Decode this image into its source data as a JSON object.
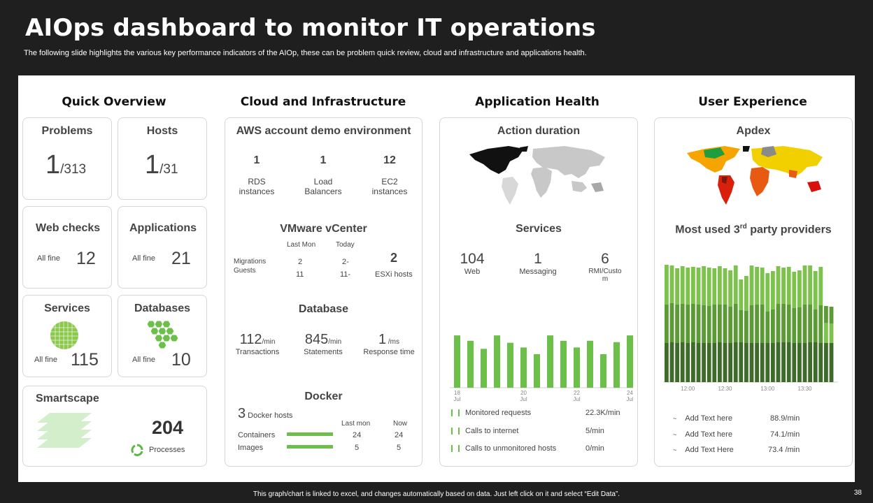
{
  "title": "AIOps dashboard to monitor IT operations",
  "subtitle": "The following slide highlights the various key performance indicators of the AIOp,  these can be problem quick review, cloud and infrastructure and applications health.",
  "footer": "This graph/chart is linked to excel, and changes automatically based on data. Just left click on it and select “Edit Data”.",
  "page_number": "38",
  "columns": {
    "quick": "Quick Overview",
    "cloud": "Cloud and Infrastructure",
    "app": "Application  Health",
    "ux": "User Experience"
  },
  "quick": {
    "problems": {
      "label": "Problems",
      "value": "1",
      "total": "/313"
    },
    "hosts": {
      "label": "Hosts",
      "value": "1",
      "total": "/31"
    },
    "webchecks": {
      "label": "Web checks",
      "status": "All fine",
      "value": "12"
    },
    "applications": {
      "label": "Applications",
      "status": "All fine",
      "value": "21"
    },
    "services": {
      "label": "Services",
      "status": "All fine",
      "value": "115"
    },
    "databases": {
      "label": "Databases",
      "status": "All fine",
      "value": "10"
    },
    "smartscape": {
      "label": "Smartscape",
      "value": "204",
      "caption": "Processes"
    }
  },
  "cloud": {
    "aws": {
      "title": "AWS account demo environment",
      "items": [
        {
          "value": "1",
          "label1": "RDS",
          "label2": "instances"
        },
        {
          "value": "1",
          "label1": "Load",
          "label2": "Balancers"
        },
        {
          "value": "12",
          "label1": "EC2",
          "label2": "instances"
        }
      ]
    },
    "vmware": {
      "title": "VMware vCenter",
      "col1": "Last Mon",
      "col2": "Today",
      "row1": "Migrations",
      "row2": "Guests",
      "v1a": "2",
      "v1b": "2-",
      "v2a": "11",
      "v2b": "11-",
      "hosts_value": "2",
      "hosts_label": "ESXi   hosts"
    },
    "database": {
      "title": "Database",
      "items": [
        {
          "value": "112",
          "unit": "/min",
          "label": "Transactions"
        },
        {
          "value": "845",
          "unit": "/min",
          "label": "Statements"
        },
        {
          "value": "1",
          "unit": " /ms",
          "label": "Response time"
        }
      ]
    },
    "docker": {
      "title": "Docker",
      "hosts_value": "3",
      "hosts_label": " Docker hosts",
      "col1": "Last mon",
      "col2": "Now",
      "rows": [
        {
          "label": "Containers",
          "last": "24",
          "now": "24"
        },
        {
          "label": "Images",
          "last": "5",
          "now": "5"
        }
      ]
    }
  },
  "app": {
    "action_duration": "Action duration",
    "services": {
      "title": "Services",
      "items": [
        {
          "value": "104",
          "label": "Web"
        },
        {
          "value": "1",
          "label": "Messaging"
        },
        {
          "value": "6",
          "label": "RMI/Custo m"
        }
      ]
    },
    "legend": [
      {
        "label": "Monitored requests",
        "value": "22.3K/min"
      },
      {
        "label": "Calls to internet",
        "value": "5/min"
      },
      {
        "label": "Calls to unmonitored hosts",
        "value": "0/min"
      }
    ]
  },
  "ux": {
    "apdex": "Apdex",
    "providers_title": "Most used 3",
    "providers_sup": "rd",
    "providers_tail": " party providers",
    "legend": [
      {
        "label": "Add Text here",
        "value": "88.9/min"
      },
      {
        "label": "Add Text here",
        "value": "74.1/min"
      },
      {
        "label": "Add Text Here",
        "value": "73.4 /min"
      }
    ]
  },
  "chart_data": [
    {
      "type": "bar",
      "x": [
        "18 Jul",
        "",
        "",
        "",
        "",
        "20 Jul",
        "",
        "",
        "",
        "22 Jul",
        "",
        "",
        "",
        "24 Jul"
      ],
      "tick_labels": [
        [
          "18",
          "Jul"
        ],
        [
          "20",
          "Jul"
        ],
        [
          "22",
          "Jul"
        ],
        [
          "24",
          "Jul"
        ]
      ],
      "values": [
        78,
        70,
        58,
        78,
        67,
        60,
        50,
        78,
        70,
        60,
        70,
        50,
        68,
        78
      ],
      "colors": {
        "bar": "#6cc04a"
      }
    },
    {
      "type": "bar",
      "stacked": true,
      "tick_labels": [
        "12:00",
        "12:30",
        "13:00",
        "13:30"
      ],
      "series": [
        {
          "values": [
            56,
            57,
            56,
            57,
            56,
            57,
            56,
            56,
            56,
            56,
            57,
            56,
            56,
            57,
            57,
            56,
            56,
            56,
            56,
            56,
            56,
            57,
            57,
            57,
            56,
            56,
            56,
            57,
            57,
            56,
            56,
            56
          ]
        },
        {
          "values": [
            55,
            56,
            55,
            55,
            55,
            55,
            55,
            54,
            53,
            55,
            54,
            55,
            52,
            55,
            46,
            46,
            54,
            55,
            55,
            45,
            48,
            55,
            55,
            54,
            50,
            51,
            55,
            54,
            47,
            54,
            0,
            0
          ]
        },
        {
          "values": [
            57,
            54,
            52,
            54,
            53,
            53,
            53,
            56,
            55,
            52,
            55,
            52,
            52,
            55,
            44,
            50,
            57,
            54,
            53,
            55,
            55,
            54,
            52,
            54,
            52,
            53,
            56,
            56,
            55,
            55,
            29,
            28
          ]
        },
        {
          "values": [
            0,
            0,
            0,
            0,
            0,
            0,
            0,
            0,
            0,
            0,
            0,
            0,
            0,
            0,
            0,
            0,
            0,
            0,
            0,
            0,
            0,
            0,
            0,
            0,
            0,
            0,
            0,
            0,
            0,
            0,
            24,
            24
          ]
        }
      ],
      "colors": {
        "dark": "#3f6b2a",
        "mid": "#5b9a35",
        "light": "#7dc24c"
      }
    }
  ]
}
